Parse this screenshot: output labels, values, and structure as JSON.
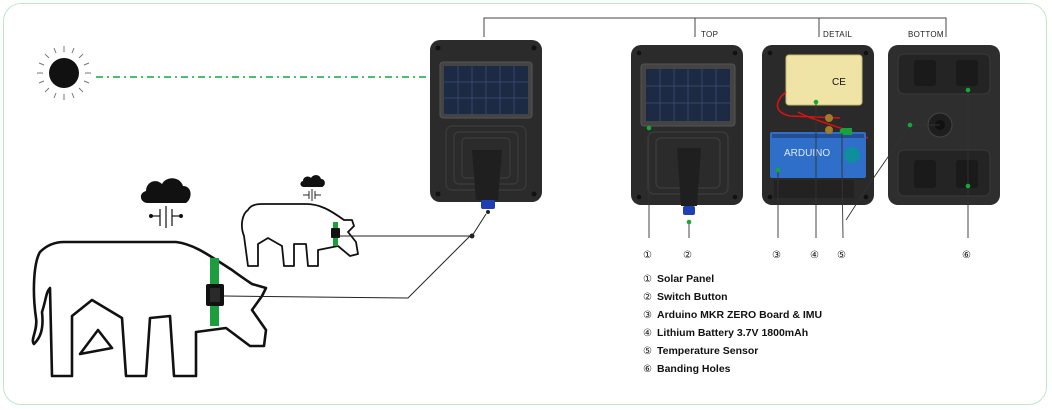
{
  "section_labels": {
    "top": "TOP",
    "detail": "DETAIL",
    "bottom": "BOTTOM"
  },
  "markers": [
    "①",
    "②",
    "③",
    "④",
    "⑤",
    "⑥"
  ],
  "legend": [
    {
      "num": "①",
      "label": "Solar Panel"
    },
    {
      "num": "②",
      "label": "Switch Button"
    },
    {
      "num": "③",
      "label": "Arduino MKR ZERO Board & IMU"
    },
    {
      "num": "④",
      "label": "Lithium Battery 3.7V 1800mAh"
    },
    {
      "num": "⑤",
      "label": "Temperature Sensor"
    },
    {
      "num": "⑥",
      "label": "Banding Holes"
    }
  ],
  "battery_mark": "CE",
  "board_mark": "ARDUINO",
  "colors": {
    "green_accent": "#12a83a",
    "sensor_green": "#1c9e3c",
    "device_dark": "#2b2b2b",
    "frame": "#bfe8c9",
    "board_blue": "#2f6fc9",
    "battery_yellow": "#efe3a6",
    "button_blue": "#1f3fb4"
  }
}
